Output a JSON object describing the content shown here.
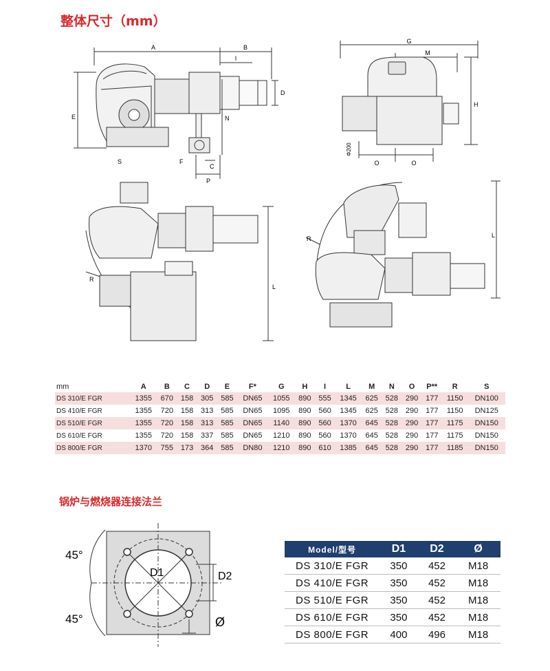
{
  "titles": {
    "dimensions": "整体尺寸（mm）",
    "flange": "锅炉与燃烧器连接法兰"
  },
  "drawing_labels": {
    "A": "A",
    "B": "B",
    "C": "C",
    "D": "D",
    "E": "E",
    "F": "F",
    "G": "G",
    "H": "H",
    "I": "I",
    "L": "L",
    "M": "M",
    "N": "N",
    "O": "O",
    "P": "P",
    "R": "R",
    "S": "S",
    "phi200": "Φ200"
  },
  "dimensions_table": {
    "columns": [
      "mm",
      "A",
      "B",
      "C",
      "D",
      "E",
      "F*",
      "G",
      "H",
      "I",
      "L",
      "M",
      "N",
      "O",
      "P**",
      "R",
      "S"
    ],
    "rows": [
      [
        "DS 310/E FGR",
        "1355",
        "670",
        "158",
        "305",
        "585",
        "DN65",
        "1055",
        "890",
        "555",
        "1345",
        "625",
        "528",
        "290",
        "177",
        "1150",
        "DN100"
      ],
      [
        "DS 410/E FGR",
        "1355",
        "720",
        "158",
        "313",
        "585",
        "DN65",
        "1095",
        "890",
        "560",
        "1345",
        "625",
        "528",
        "290",
        "177",
        "1150",
        "DN125"
      ],
      [
        "DS 510/E FGR",
        "1355",
        "720",
        "158",
        "313",
        "585",
        "DN65",
        "1140",
        "890",
        "560",
        "1370",
        "645",
        "528",
        "290",
        "177",
        "1175",
        "DN150"
      ],
      [
        "DS 610/E FGR",
        "1355",
        "720",
        "158",
        "337",
        "585",
        "DN65",
        "1210",
        "890",
        "560",
        "1370",
        "645",
        "528",
        "290",
        "177",
        "1175",
        "DN150"
      ],
      [
        "DS 800/E FGR",
        "1370",
        "755",
        "173",
        "364",
        "585",
        "DN80",
        "1210",
        "890",
        "610",
        "1385",
        "645",
        "528",
        "290",
        "177",
        "1185",
        "DN150"
      ]
    ]
  },
  "flange_labels": {
    "angle_top": "45°",
    "angle_bottom": "45°",
    "d1": "D1",
    "d2": "D2",
    "hole": "Ø"
  },
  "model_table": {
    "columns": [
      "Model/型号",
      "D1",
      "D2",
      "Ø"
    ],
    "rows": [
      [
        "DS 310/E FGR",
        "350",
        "452",
        "M18"
      ],
      [
        "DS 410/E FGR",
        "350",
        "452",
        "M18"
      ],
      [
        "DS 510/E FGR",
        "350",
        "452",
        "M18"
      ],
      [
        "DS 610/E FGR",
        "350",
        "452",
        "M18"
      ],
      [
        "DS 800/E FGR",
        "400",
        "496",
        "M18"
      ]
    ]
  },
  "colors": {
    "title_red": "#d62b2b",
    "row_pink": "#f7dede",
    "header_navy": "#1f3f6e"
  }
}
